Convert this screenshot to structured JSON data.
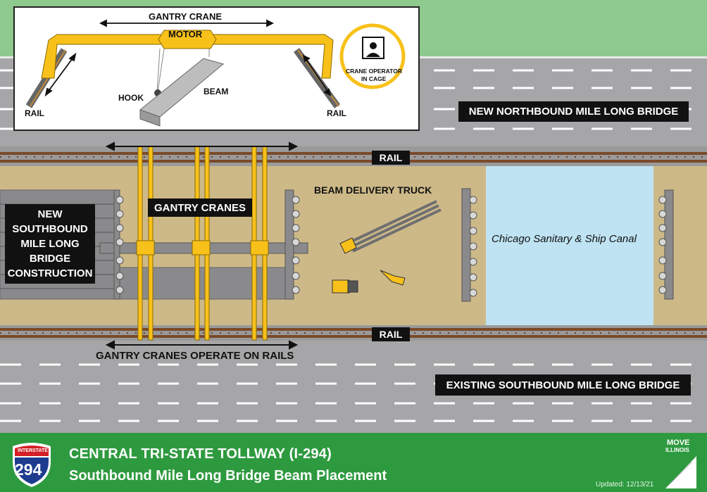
{
  "inset": {
    "gantry_crane": "GANTRY CRANE",
    "motor": "MOTOR",
    "hook": "HOOK",
    "beam": "BEAM",
    "rail_left": "RAIL",
    "rail_right": "RAIL",
    "operator_line1": "CRANE OPERATOR",
    "operator_line2": "IN CAGE"
  },
  "labels": {
    "northbound": "NEW NORTHBOUND MILE LONG BRIDGE",
    "rail_top": "RAIL",
    "rail_bottom": "RAIL",
    "southbound_construction": [
      "NEW",
      "SOUTHBOUND",
      "MILE LONG",
      "BRIDGE",
      "CONSTRUCTION"
    ],
    "gantry_cranes": "GANTRY CRANES",
    "beam_delivery_truck": "BEAM DELIVERY TRUCK",
    "canal": "Chicago Sanitary & Ship Canal",
    "gantry_operate": "GANTRY CRANES OPERATE ON RAILS",
    "existing_southbound": "EXISTING SOUTHBOUND MILE LONG BRIDGE"
  },
  "footer": {
    "shield_top": "INTERSTATE",
    "shield_number": "294",
    "title": "CENTRAL TRI-STATE TOLLWAY (I-294)",
    "subtitle": "Southbound Mile Long Bridge Beam Placement",
    "logo_line1": "MOVE",
    "logo_line2": "ILLINOIS",
    "updated": "Updated: 12/13/21"
  },
  "colors": {
    "grass": "#8ec98d",
    "road": "#a6a6a8",
    "work_area": "#cdb988",
    "canal": "#bfe3f3",
    "crane_yellow": "#f8c11a",
    "rail_brown": "#7a4a2a",
    "footer_green": "#2e9a3f"
  }
}
